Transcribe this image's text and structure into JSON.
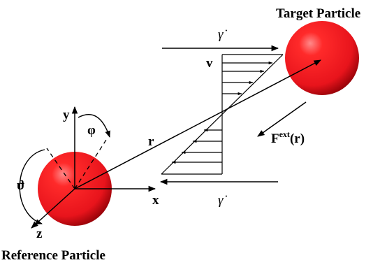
{
  "labels": {
    "target_particle": "Target Particle",
    "reference_particle": "Reference Particle",
    "shear_rate_top": "γ̇",
    "shear_rate_bottom": "γ̇",
    "velocity": "v",
    "position_vector": "r",
    "force_symbol": "F",
    "force_superscript": "ext",
    "force_argument": "(r)",
    "axis_x": "x",
    "axis_y": "y",
    "axis_z": "z",
    "angle_phi": "φ",
    "angle_theta": "ϑ"
  },
  "colors": {
    "particle": "#e8141c",
    "particle_highlight": "#ff8a8a",
    "particle_shadow": "#8c0006",
    "lines": "#000000"
  }
}
